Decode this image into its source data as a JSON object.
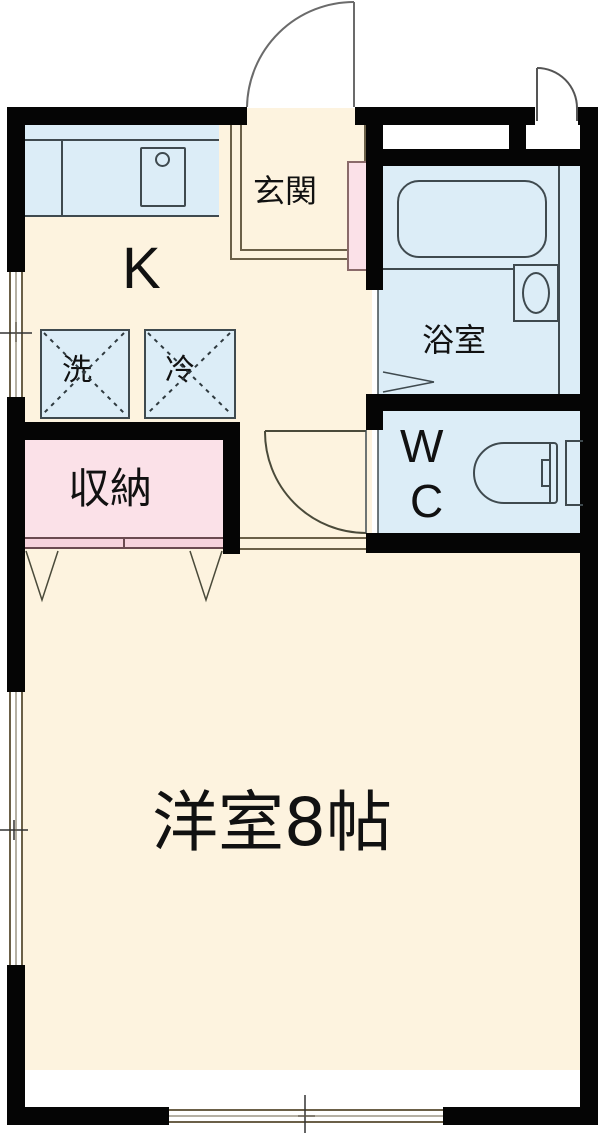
{
  "floorplan": {
    "rooms": {
      "kitchen": {
        "label": "K"
      },
      "entrance": {
        "label": "玄関"
      },
      "bathroom": {
        "label": "浴室"
      },
      "toilet": {
        "label_line1": "W",
        "label_line2": "C"
      },
      "storage": {
        "label": "収納"
      },
      "western_room": {
        "label": "洋室8帖"
      }
    },
    "appliances": {
      "washer": {
        "label": "洗"
      },
      "fridge": {
        "label": "冷"
      }
    }
  },
  "colors": {
    "wall": "#050505",
    "floor": "#fdf3df",
    "wet_area": "#dcedf7",
    "storage": "#fbe1e8",
    "line": "#4a4a3a"
  }
}
